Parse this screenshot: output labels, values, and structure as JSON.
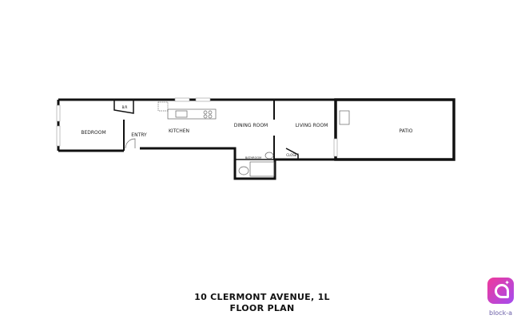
{
  "floor_plan": {
    "rooms": {
      "bedroom": "BEDROOM",
      "br": "B/R",
      "entry": "ENTRY",
      "kitchen": "KITCHEN",
      "dining_room": "DINING ROOM",
      "living_room": "LIVING ROOM",
      "patio": "PATIO",
      "closet": "CLOSET",
      "bathroom": "BATHROOM"
    }
  },
  "caption": {
    "line1": "10 CLERMONT AVENUE, 1L",
    "line2": "FLOOR PLAN"
  },
  "brand": {
    "name": "block-a",
    "colors": [
      "#f0399a",
      "#a34cf0"
    ]
  }
}
